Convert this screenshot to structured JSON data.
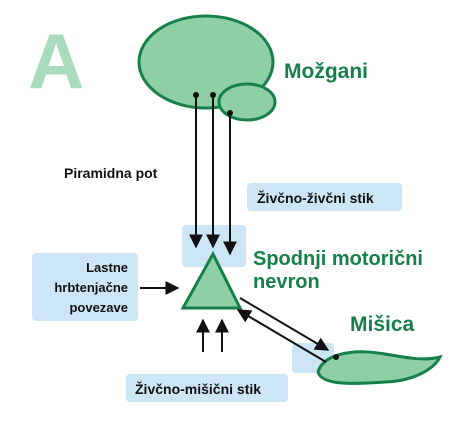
{
  "panel_letter": "A",
  "labels": {
    "brain": "Možgani",
    "pyramidal_tract": "Piramidna pot",
    "synapse": "Živčno-živčni stik",
    "lower_motor_neuron_line1": "Spodnji motorični",
    "lower_motor_neuron_line2": "nevron",
    "spinal_line1": "Lastne",
    "spinal_line2": "hrbtenjačne",
    "spinal_line3": "povezave",
    "muscle": "Mišica",
    "neuromuscular_junction": "Živčno-mišični stik"
  },
  "colors": {
    "shape_fill": "#8fcfa6",
    "shape_stroke": "#17804a",
    "title_green": "#17804a",
    "letter_green": "#a9dcbc",
    "box_blue": "#cde6f6"
  }
}
